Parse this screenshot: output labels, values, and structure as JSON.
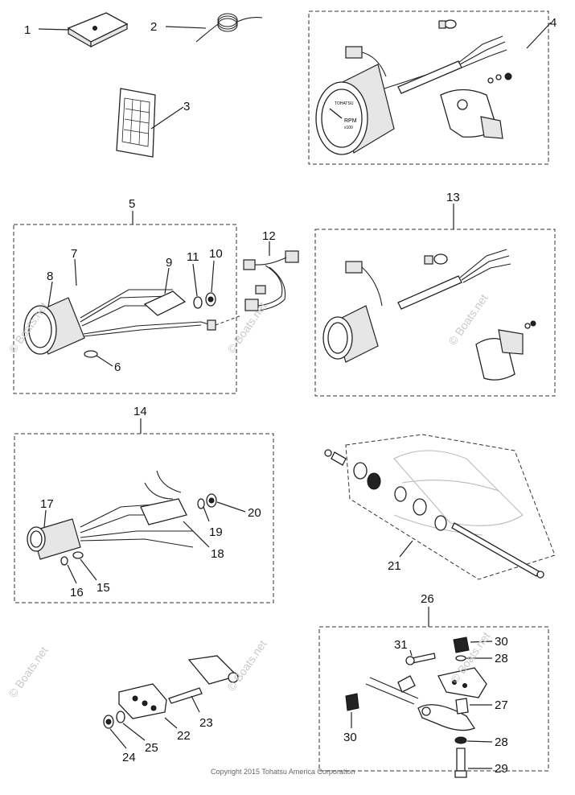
{
  "callouts": {
    "c1": "1",
    "c2": "2",
    "c3": "3",
    "c4": "4",
    "c5": "5",
    "c6": "6",
    "c7": "7",
    "c8": "8",
    "c9": "9",
    "c10": "10",
    "c11": "11",
    "c12": "12",
    "c13": "13",
    "c14": "14",
    "c15": "15",
    "c16": "16",
    "c17": "17",
    "c18": "18",
    "c19": "19",
    "c20": "20",
    "c21": "21",
    "c22": "22",
    "c23": "23",
    "c24": "24",
    "c25": "25",
    "c26": "26",
    "c27": "27",
    "c28a": "28",
    "c28b": "28",
    "c29": "29",
    "c30a": "30",
    "c30b": "30",
    "c31": "31"
  },
  "watermark": "© Boats.net",
  "copyright": "Copyright 2015 Tohatsu America Corporation",
  "gauge_text": {
    "tach_brand": "TOHATSU",
    "tach_rpm": "RPM",
    "tach_scale": "x100"
  }
}
